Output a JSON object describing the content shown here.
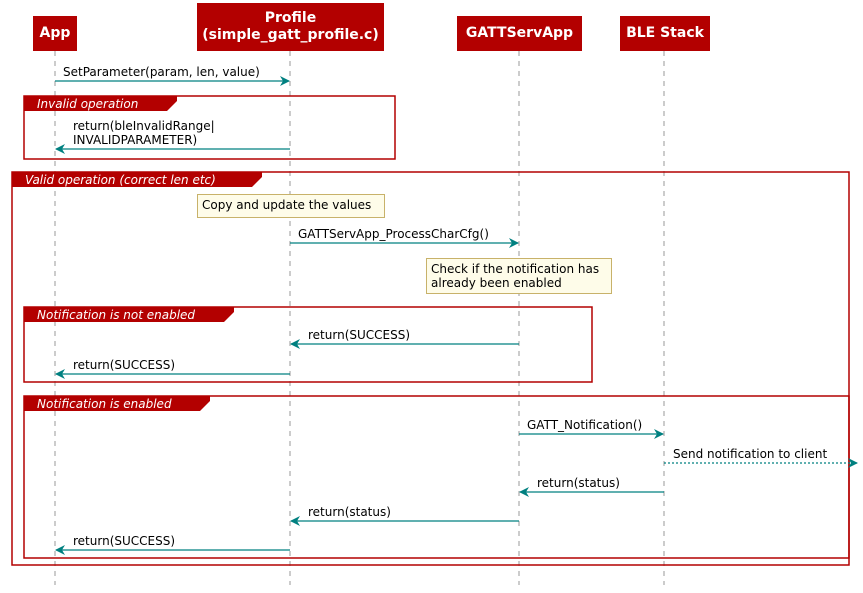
{
  "participants": [
    {
      "id": "app",
      "lines": [
        "App"
      ]
    },
    {
      "id": "profile",
      "lines": [
        "Profile",
        "(simple_gatt_profile.c)"
      ]
    },
    {
      "id": "gattservapp",
      "lines": [
        "GATTServApp"
      ]
    },
    {
      "id": "blestack",
      "lines": [
        "BLE Stack"
      ]
    }
  ],
  "frames": {
    "invalid": "Invalid operation",
    "valid": "Valid operation (correct len etc)",
    "not_enabled": "Notification is not enabled",
    "enabled": "Notification is enabled"
  },
  "messages": {
    "set_parameter": "SetParameter(param, len, value)",
    "return_invalid_1": "return(bleInvalidRange|",
    "return_invalid_2": "INVALIDPARAMETER)",
    "process_char_cfg": "GATTServApp_ProcessCharCfg()",
    "return_success_gatt": "return(SUCCESS)",
    "return_success_app": "return(SUCCESS)",
    "gatt_notification": "GATT_Notification()",
    "send_notification": "Send notification to client",
    "return_status_stack": "return(status)",
    "return_status_gatt": "return(status)",
    "return_success_final": "return(SUCCESS)"
  },
  "notes": {
    "copy_update": "Copy and update the values",
    "check_1": "Check if the notification has",
    "check_2": "already been enabled"
  },
  "colors": {
    "participant_fill": "#b30000",
    "frame_border": "#b30000",
    "arrow": "#008080",
    "lifeline": "#999999",
    "note_fill": "#fefce9"
  }
}
